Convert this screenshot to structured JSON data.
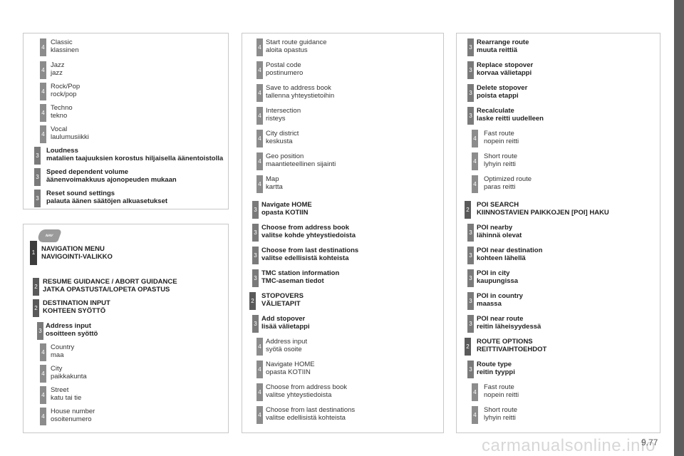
{
  "page_number": "9.77",
  "watermark": "carmanualsonline.info",
  "nav_tab_label": "NAV",
  "colors": {
    "badge_level1": "#3d3d3d",
    "badge_level2": "#5a5a5a",
    "badge_level3": "#7a7a7a",
    "badge_level4": "#8c8c8c",
    "panel_border": "#c8c8c8"
  },
  "panels": {
    "audio": {
      "entries": [
        {
          "level": "4",
          "lines": [
            "Classic",
            "klassinen"
          ],
          "bold": false
        },
        {
          "level": "4",
          "lines": [
            "Jazz",
            "jazz"
          ],
          "bold": false
        },
        {
          "level": "4",
          "lines": [
            "Rock/Pop",
            "rock/pop"
          ],
          "bold": false
        },
        {
          "level": "4",
          "lines": [
            "Techno",
            "tekno"
          ],
          "bold": false
        },
        {
          "level": "4",
          "lines": [
            "Vocal",
            "laulumusiikki"
          ],
          "bold": false
        },
        {
          "level": "3",
          "lines": [
            "Loudness",
            "matalien taajuuksien korostus hiljaisella äänentoistolla"
          ],
          "bold": true
        },
        {
          "level": "3",
          "lines": [
            "Speed dependent volume",
            "äänenvoimakkuus ajonopeuden mukaan"
          ],
          "bold": true
        },
        {
          "level": "3",
          "lines": [
            "Reset sound settings",
            "palauta äänen säätöjen alkuasetukset"
          ],
          "bold": true
        }
      ]
    },
    "nav": {
      "entries": [
        {
          "level": "1",
          "lines": [
            "NAVIGATION MENU",
            "NAVIGOINTI-VALIKKO"
          ],
          "bold": true
        },
        {
          "level": "2",
          "lines": [
            "RESUME GUIDANCE / ABORT GUIDANCE",
            "JATKA OPASTUSTA/LOPETA OPASTUS"
          ],
          "bold": true
        },
        {
          "level": "2",
          "lines": [
            "DESTINATION INPUT",
            "KOHTEEN SYÖTTÖ"
          ],
          "bold": true
        },
        {
          "level": "3",
          "lines": [
            "Address input",
            "osoitteen syöttö"
          ],
          "bold": true
        },
        {
          "level": "4",
          "lines": [
            "Country",
            "maa"
          ],
          "bold": false
        },
        {
          "level": "4",
          "lines": [
            "City",
            "paikkakunta"
          ],
          "bold": false
        },
        {
          "level": "4",
          "lines": [
            "Street",
            "katu tai tie"
          ],
          "bold": false
        },
        {
          "level": "4",
          "lines": [
            "House number",
            "osoitenumero"
          ],
          "bold": false
        }
      ]
    },
    "middle": {
      "entries": [
        {
          "level": "4",
          "lines": [
            "Start route guidance",
            "aloita opastus"
          ],
          "bold": false
        },
        {
          "level": "4",
          "lines": [
            "Postal code",
            "postinumero"
          ],
          "bold": false
        },
        {
          "level": "4",
          "lines": [
            "Save to address book",
            "tallenna yhteystietoihin"
          ],
          "bold": false
        },
        {
          "level": "4",
          "lines": [
            "Intersection",
            "risteys"
          ],
          "bold": false
        },
        {
          "level": "4",
          "lines": [
            "City district",
            "keskusta"
          ],
          "bold": false
        },
        {
          "level": "4",
          "lines": [
            "Geo position",
            "maantieteellinen sijainti"
          ],
          "bold": false
        },
        {
          "level": "4",
          "lines": [
            "Map",
            "kartta"
          ],
          "bold": false
        },
        {
          "level": "3",
          "lines": [
            "Navigate HOME",
            "opasta KOTIIN"
          ],
          "bold": true
        },
        {
          "level": "3",
          "lines": [
            "Choose from address book",
            "valitse kohde yhteystiedoista"
          ],
          "bold": true
        },
        {
          "level": "3",
          "lines": [
            "Choose from last destinations",
            "valitse edellisistä kohteista"
          ],
          "bold": true
        },
        {
          "level": "3",
          "lines": [
            "TMC station information",
            "TMC-aseman tiedot"
          ],
          "bold": true
        },
        {
          "level": "2",
          "lines": [
            "STOPOVERS",
            "VÄLIETAPIT"
          ],
          "bold": true
        },
        {
          "level": "3",
          "lines": [
            "Add stopover",
            "lisää välietappi"
          ],
          "bold": true
        },
        {
          "level": "4",
          "lines": [
            "Address input",
            "syötä osoite"
          ],
          "bold": false
        },
        {
          "level": "4",
          "lines": [
            "Navigate HOME",
            "opasta KOTIIN"
          ],
          "bold": false
        },
        {
          "level": "4",
          "lines": [
            "Choose from address book",
            "valitse yhteystiedoista"
          ],
          "bold": false
        },
        {
          "level": "4",
          "lines": [
            "Choose from last destinations",
            "valitse edellisistä kohteista"
          ],
          "bold": false
        }
      ]
    },
    "right": {
      "entries": [
        {
          "level": "3",
          "lines": [
            "Rearrange route",
            "muuta reittiä"
          ],
          "bold": true
        },
        {
          "level": "3",
          "lines": [
            "Replace stopover",
            "korvaa välietappi"
          ],
          "bold": true
        },
        {
          "level": "3",
          "lines": [
            "Delete stopover",
            "poista etappi"
          ],
          "bold": true
        },
        {
          "level": "3",
          "lines": [
            "Recalculate",
            "laske reitti uudelleen"
          ],
          "bold": true
        },
        {
          "level": "4",
          "lines": [
            "Fast route",
            "nopein reitti"
          ],
          "bold": false
        },
        {
          "level": "4",
          "lines": [
            "Short route",
            "lyhyin reitti"
          ],
          "bold": false
        },
        {
          "level": "4",
          "lines": [
            "Optimized route",
            "paras reitti"
          ],
          "bold": false
        },
        {
          "level": "2",
          "lines": [
            "POI SEARCH",
            "KIINNOSTAVIEN PAIKKOJEN [POI] HAKU"
          ],
          "bold": true
        },
        {
          "level": "3",
          "lines": [
            "POI nearby",
            "lähinnä olevat"
          ],
          "bold": true
        },
        {
          "level": "3",
          "lines": [
            "POI near destination",
            "kohteen lähellä"
          ],
          "bold": true
        },
        {
          "level": "3",
          "lines": [
            "POI in city",
            "kaupungissa"
          ],
          "bold": true
        },
        {
          "level": "3",
          "lines": [
            "POI in country",
            "maassa"
          ],
          "bold": true
        },
        {
          "level": "3",
          "lines": [
            "POI near route",
            "reitin läheisyydessä"
          ],
          "bold": true
        },
        {
          "level": "2",
          "lines": [
            "ROUTE OPTIONS",
            "REITTIVAIHTOEHDOT"
          ],
          "bold": true
        },
        {
          "level": "3",
          "lines": [
            "Route type",
            "reitin tyyppi"
          ],
          "bold": true
        },
        {
          "level": "4",
          "lines": [
            "Fast route",
            "nopein reitti"
          ],
          "bold": false
        },
        {
          "level": "4",
          "lines": [
            "Short route",
            "lyhyin reitti"
          ],
          "bold": false
        }
      ]
    }
  }
}
